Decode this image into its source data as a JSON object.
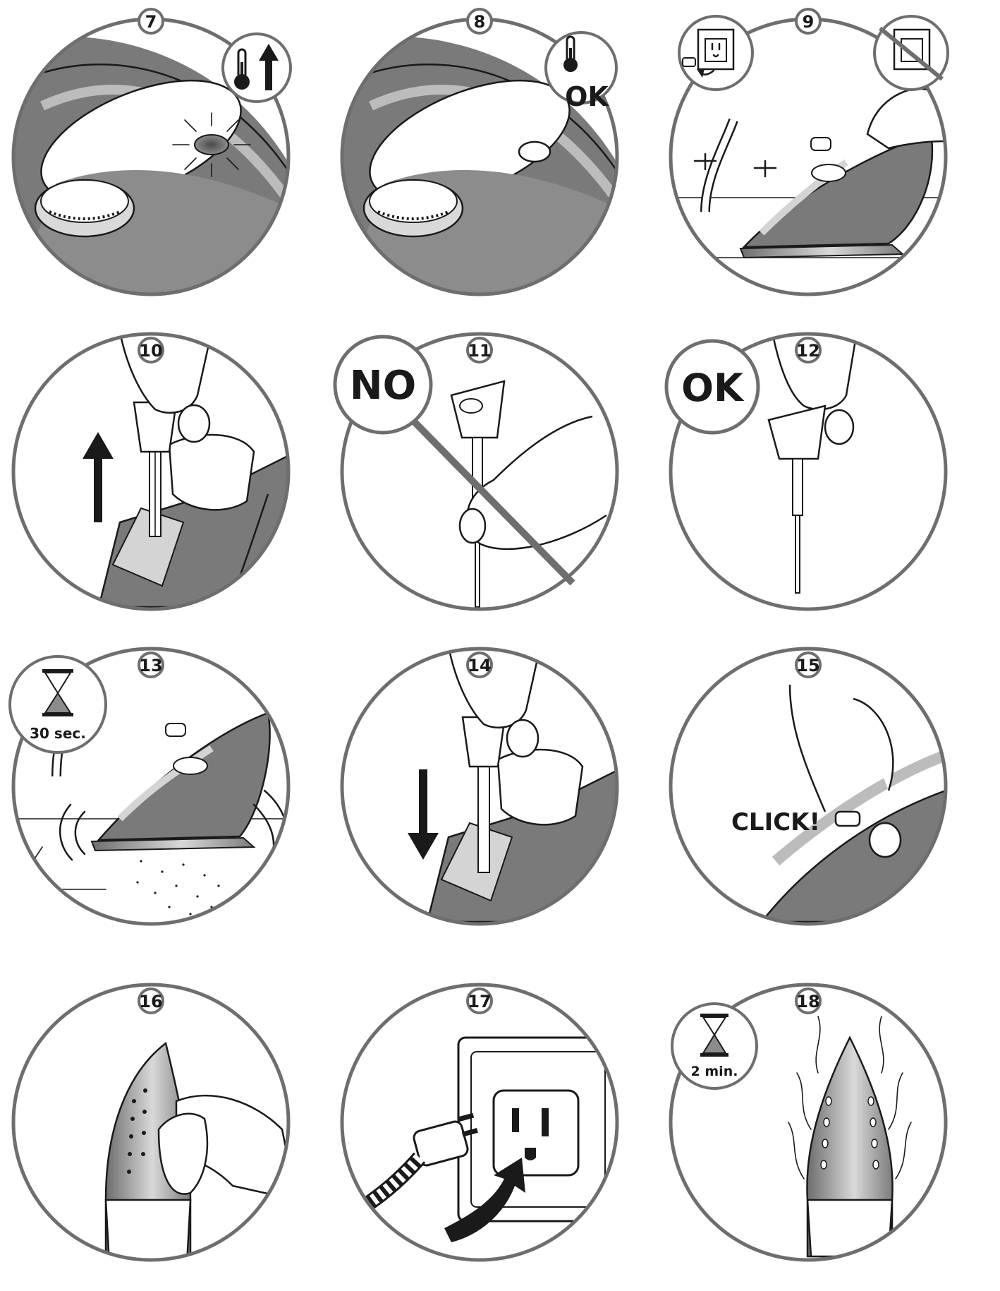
{
  "steps": [
    {
      "number": "7"
    },
    {
      "number": "8",
      "badge_text": "OK"
    },
    {
      "number": "9"
    },
    {
      "number": "10"
    },
    {
      "number": "11",
      "badge_text": "NO"
    },
    {
      "number": "12",
      "badge_text": "OK"
    },
    {
      "number": "13",
      "badge_text": "30 sec."
    },
    {
      "number": "14"
    },
    {
      "number": "15",
      "label": "CLICK!"
    },
    {
      "number": "16"
    },
    {
      "number": "17"
    },
    {
      "number": "18",
      "badge_text": "2 min."
    }
  ],
  "icons": {
    "thermometer": "thermometer-icon",
    "arrow_up": "arrow-up-icon",
    "arrow_down": "arrow-down-icon",
    "hourglass": "hourglass-icon",
    "wall_socket": "wall-socket-icon",
    "plug": "plug-icon"
  },
  "colors": {
    "ink": "#1a1a1a",
    "ring": "#6e6e6e",
    "iron_dark": "#7a7a7a",
    "iron_mid": "#a9a9a9",
    "iron_light": "#d4d4d4",
    "paper": "#ffffff"
  }
}
